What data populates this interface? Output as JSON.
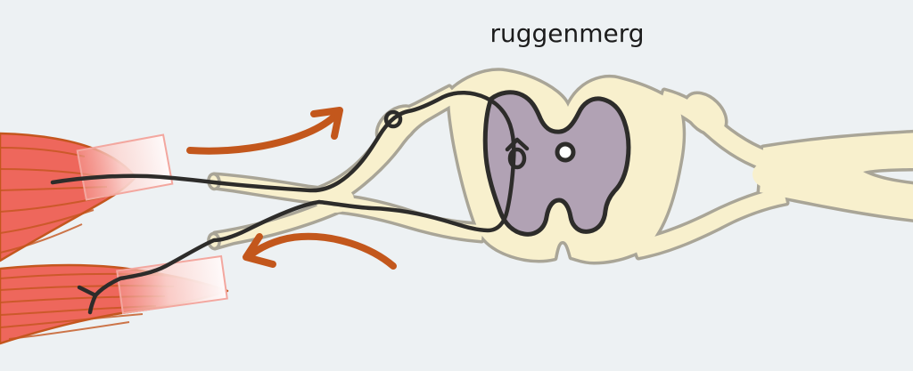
{
  "title": {
    "label": "ruggenmerg"
  },
  "icons": {
    "afferent_arrow": "curved-arrow-up-right",
    "efferent_arrow": "curved-arrow-down-left"
  },
  "colors": {
    "background": "#edf1f3",
    "nerve_fill": "#f8f0cd",
    "nerve_outline": "#a9a597",
    "gray_matter": "#b1a2b4",
    "line": "#2d2c2a",
    "canal_fill": "#ffffff",
    "muscle": "#ee675c",
    "muscle_detail": "#c4561e",
    "tendon_border": "#f3a79f",
    "arrow": "#c3571c"
  }
}
